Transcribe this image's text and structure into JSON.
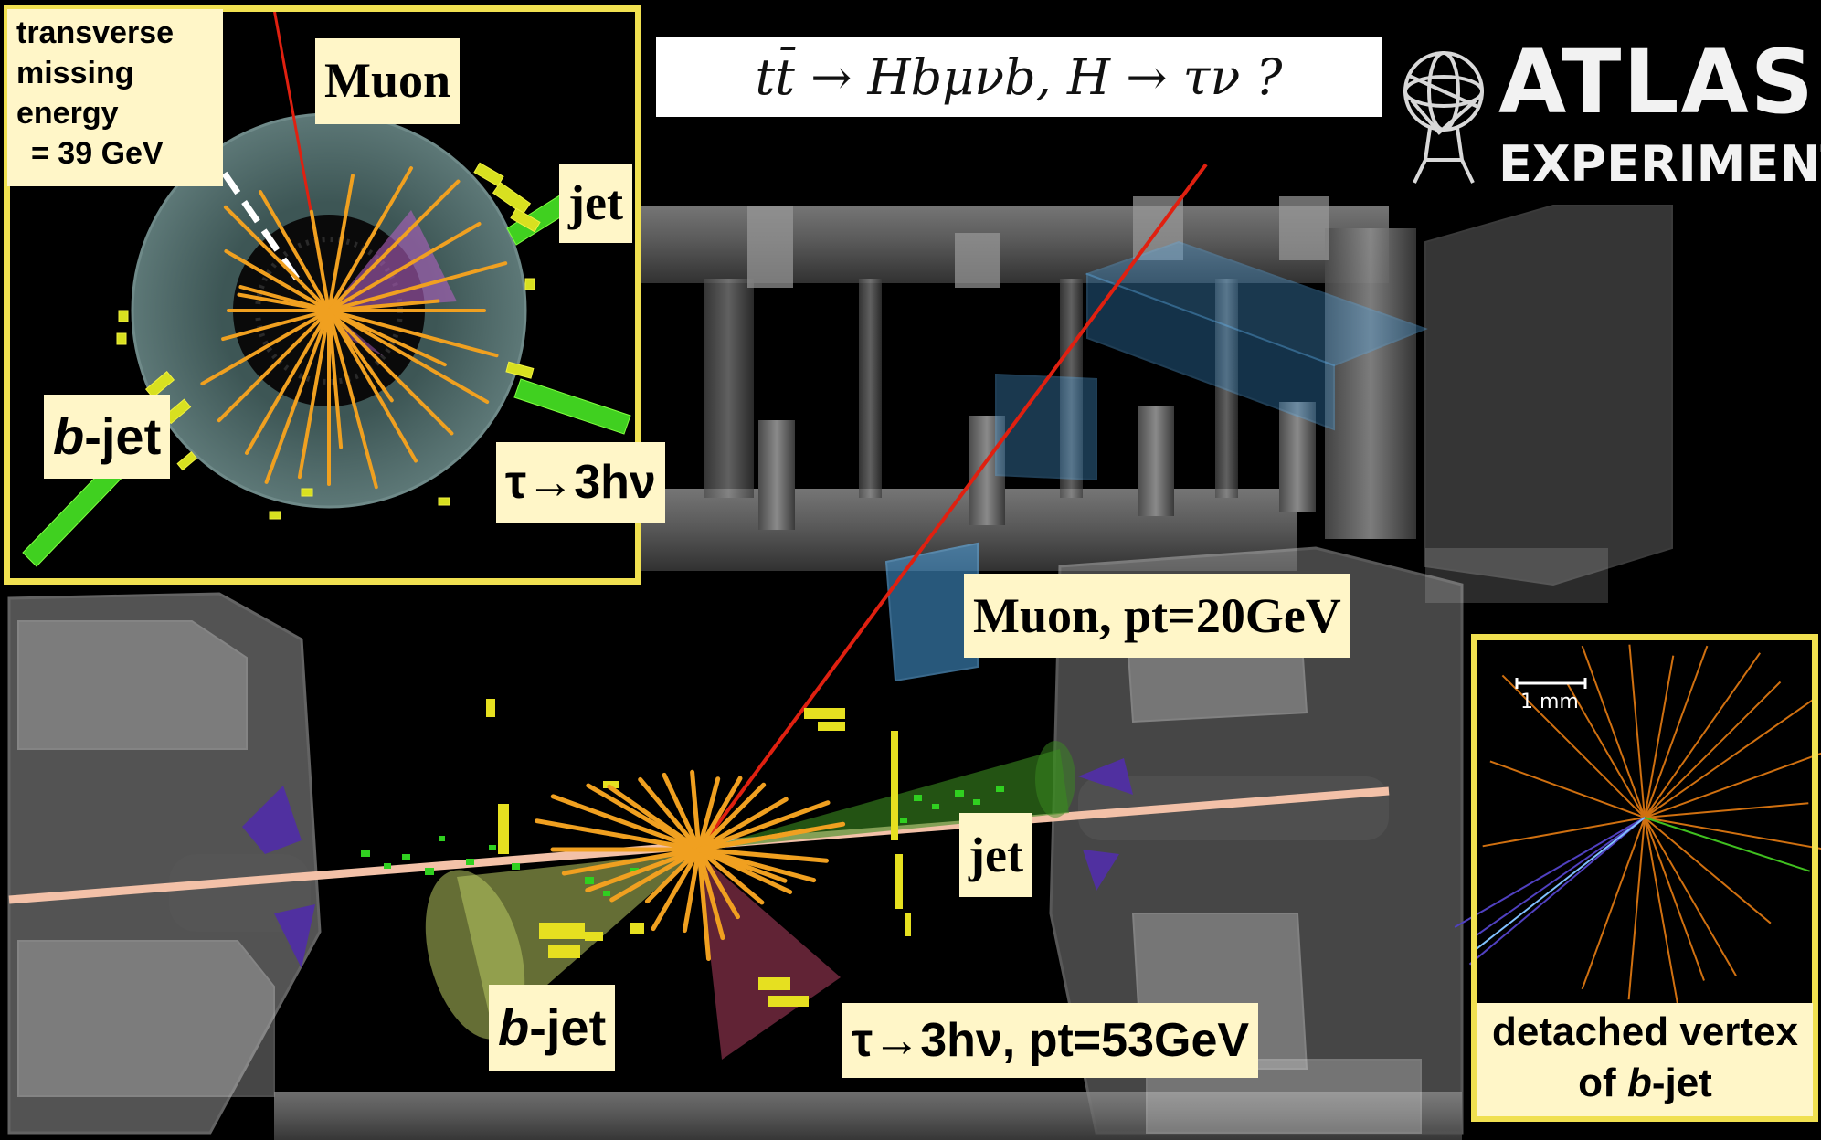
{
  "title": {
    "formula": "tt̄ → Hbμνb, H → τν ?"
  },
  "logo": {
    "word": "ATLAS",
    "sub": "EXPERIMENT",
    "icon": "atlas-globe-figure-icon"
  },
  "inset_transverse": {
    "met_lines": [
      "transverse",
      "missing",
      "energy",
      "= 39 GeV"
    ],
    "muon": "Muon",
    "jet": "jet",
    "bjet_b": "b",
    "bjet_rest": "-jet",
    "tau": "τ→3hν"
  },
  "main_view": {
    "muon": "Muon, pt=20GeV",
    "jet": "jet",
    "bjet_b": "b",
    "bjet_rest": "-jet",
    "tau": "τ→3hν, pt=53GeV"
  },
  "inset_vertex": {
    "scale": "1 mm",
    "caption_line1": "detached vertex",
    "caption_of": "of ",
    "caption_b": "b",
    "caption_rest": "-jet"
  },
  "colors": {
    "frame": "#f0e050",
    "label_bg": "#fff6c8",
    "tracks": "#f0a020",
    "muon": "#e02010",
    "jet_cone": "#3a8a20",
    "bjet_cone": "#b8c860",
    "tau_cone": "#b04060",
    "beam": "#f3c1a8",
    "chamber": "#4aa0e0"
  }
}
